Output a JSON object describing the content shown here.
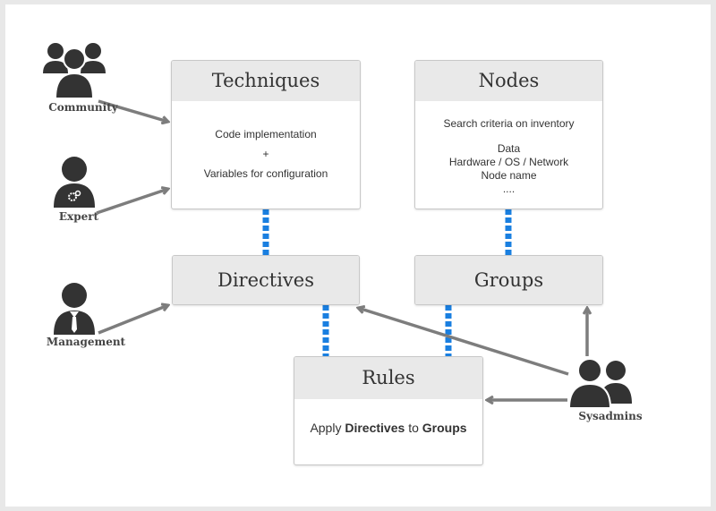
{
  "techniques": {
    "title": "Techniques",
    "line1": "Code implementation",
    "line2": "+",
    "line3": "Variables for configuration"
  },
  "nodes": {
    "title": "Nodes",
    "line1": "Search criteria on inventory",
    "line2": "Data",
    "line3": "Hardware / OS / Network",
    "line4": "Node name",
    "line5": "...."
  },
  "directives": {
    "title": "Directives"
  },
  "groups": {
    "title": "Groups"
  },
  "rules": {
    "title": "Rules",
    "apply": "Apply",
    "directives": "Directives",
    "to": "to",
    "groups": "Groups"
  },
  "actors": {
    "community": "Community",
    "expert": "Expert",
    "management": "Management",
    "sysadmins": "Sysadmins"
  },
  "colors": {
    "link_blue": "#1a7fe0",
    "arrow_gray": "#7d7d7d",
    "actor_dark": "#333333"
  }
}
